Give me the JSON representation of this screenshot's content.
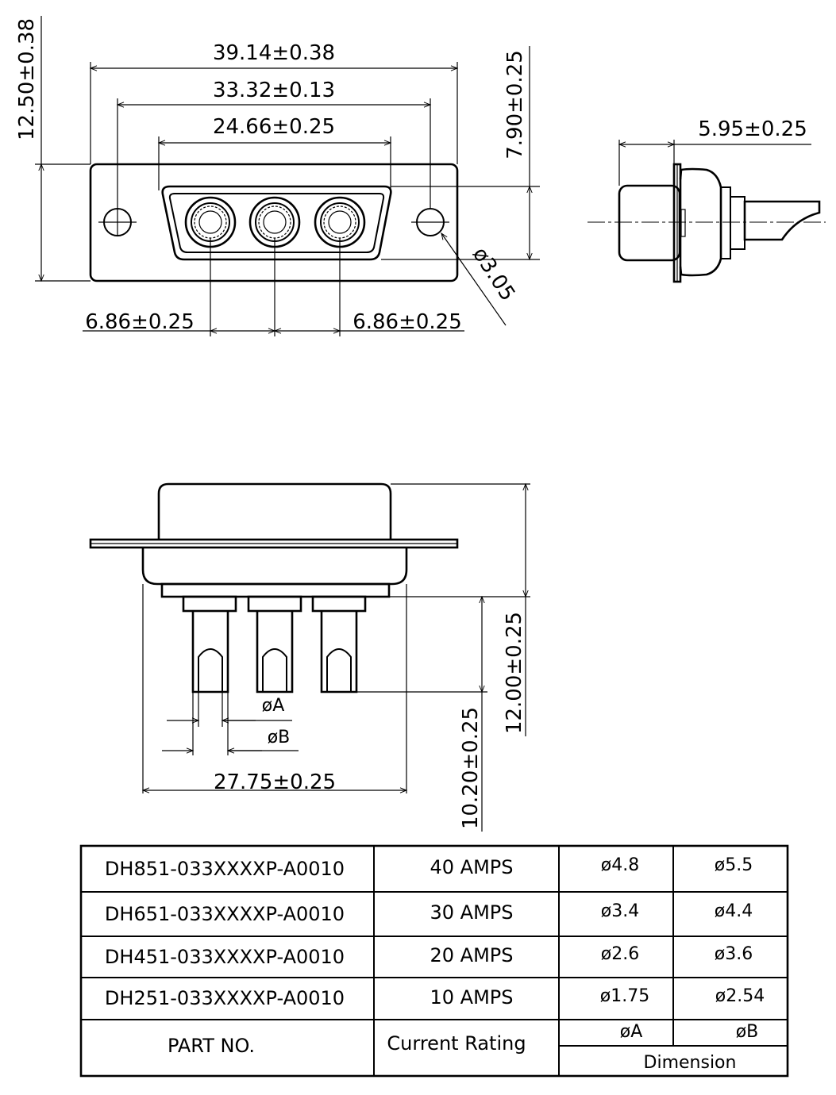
{
  "front_view": {
    "overall_width": "39.14±0.38",
    "hole_spacing": "33.32±0.13",
    "shell_width": "24.66±0.25",
    "overall_height": "12.50±0.38",
    "shell_height": "7.90±0.25",
    "pin_pitch_left": "6.86±0.25",
    "pin_pitch_right": "6.86±0.25",
    "mount_hole": "ø3.05"
  },
  "side_view": {
    "depth": "5.95±0.25"
  },
  "bottom_view": {
    "body_height": "12.00±0.25",
    "pin_length": "10.20±0.25",
    "body_width": "27.75±0.25",
    "dia_a": "øA",
    "dia_b": "øB"
  },
  "table": {
    "rows": [
      {
        "part": "DH851-033XXXXP-A0010",
        "rating": "40  AMPS",
        "a": "ø4.8",
        "b": "ø5.5"
      },
      {
        "part": "DH651-033XXXXP-A0010",
        "rating": "30  AMPS",
        "a": "ø3.4",
        "b": "ø4.4"
      },
      {
        "part": "DH451-033XXXXP-A0010",
        "rating": "20  AMPS",
        "a": "ø2.6",
        "b": "ø3.6"
      },
      {
        "part": "DH251-033XXXXP-A0010",
        "rating": "10  AMPS",
        "a": "ø1.75",
        "b": "ø2.54"
      }
    ],
    "header": {
      "part": "PART  NO.",
      "rating": "Current  Rating",
      "a": "øA",
      "b": "øB",
      "dimension": "Dimension"
    }
  }
}
